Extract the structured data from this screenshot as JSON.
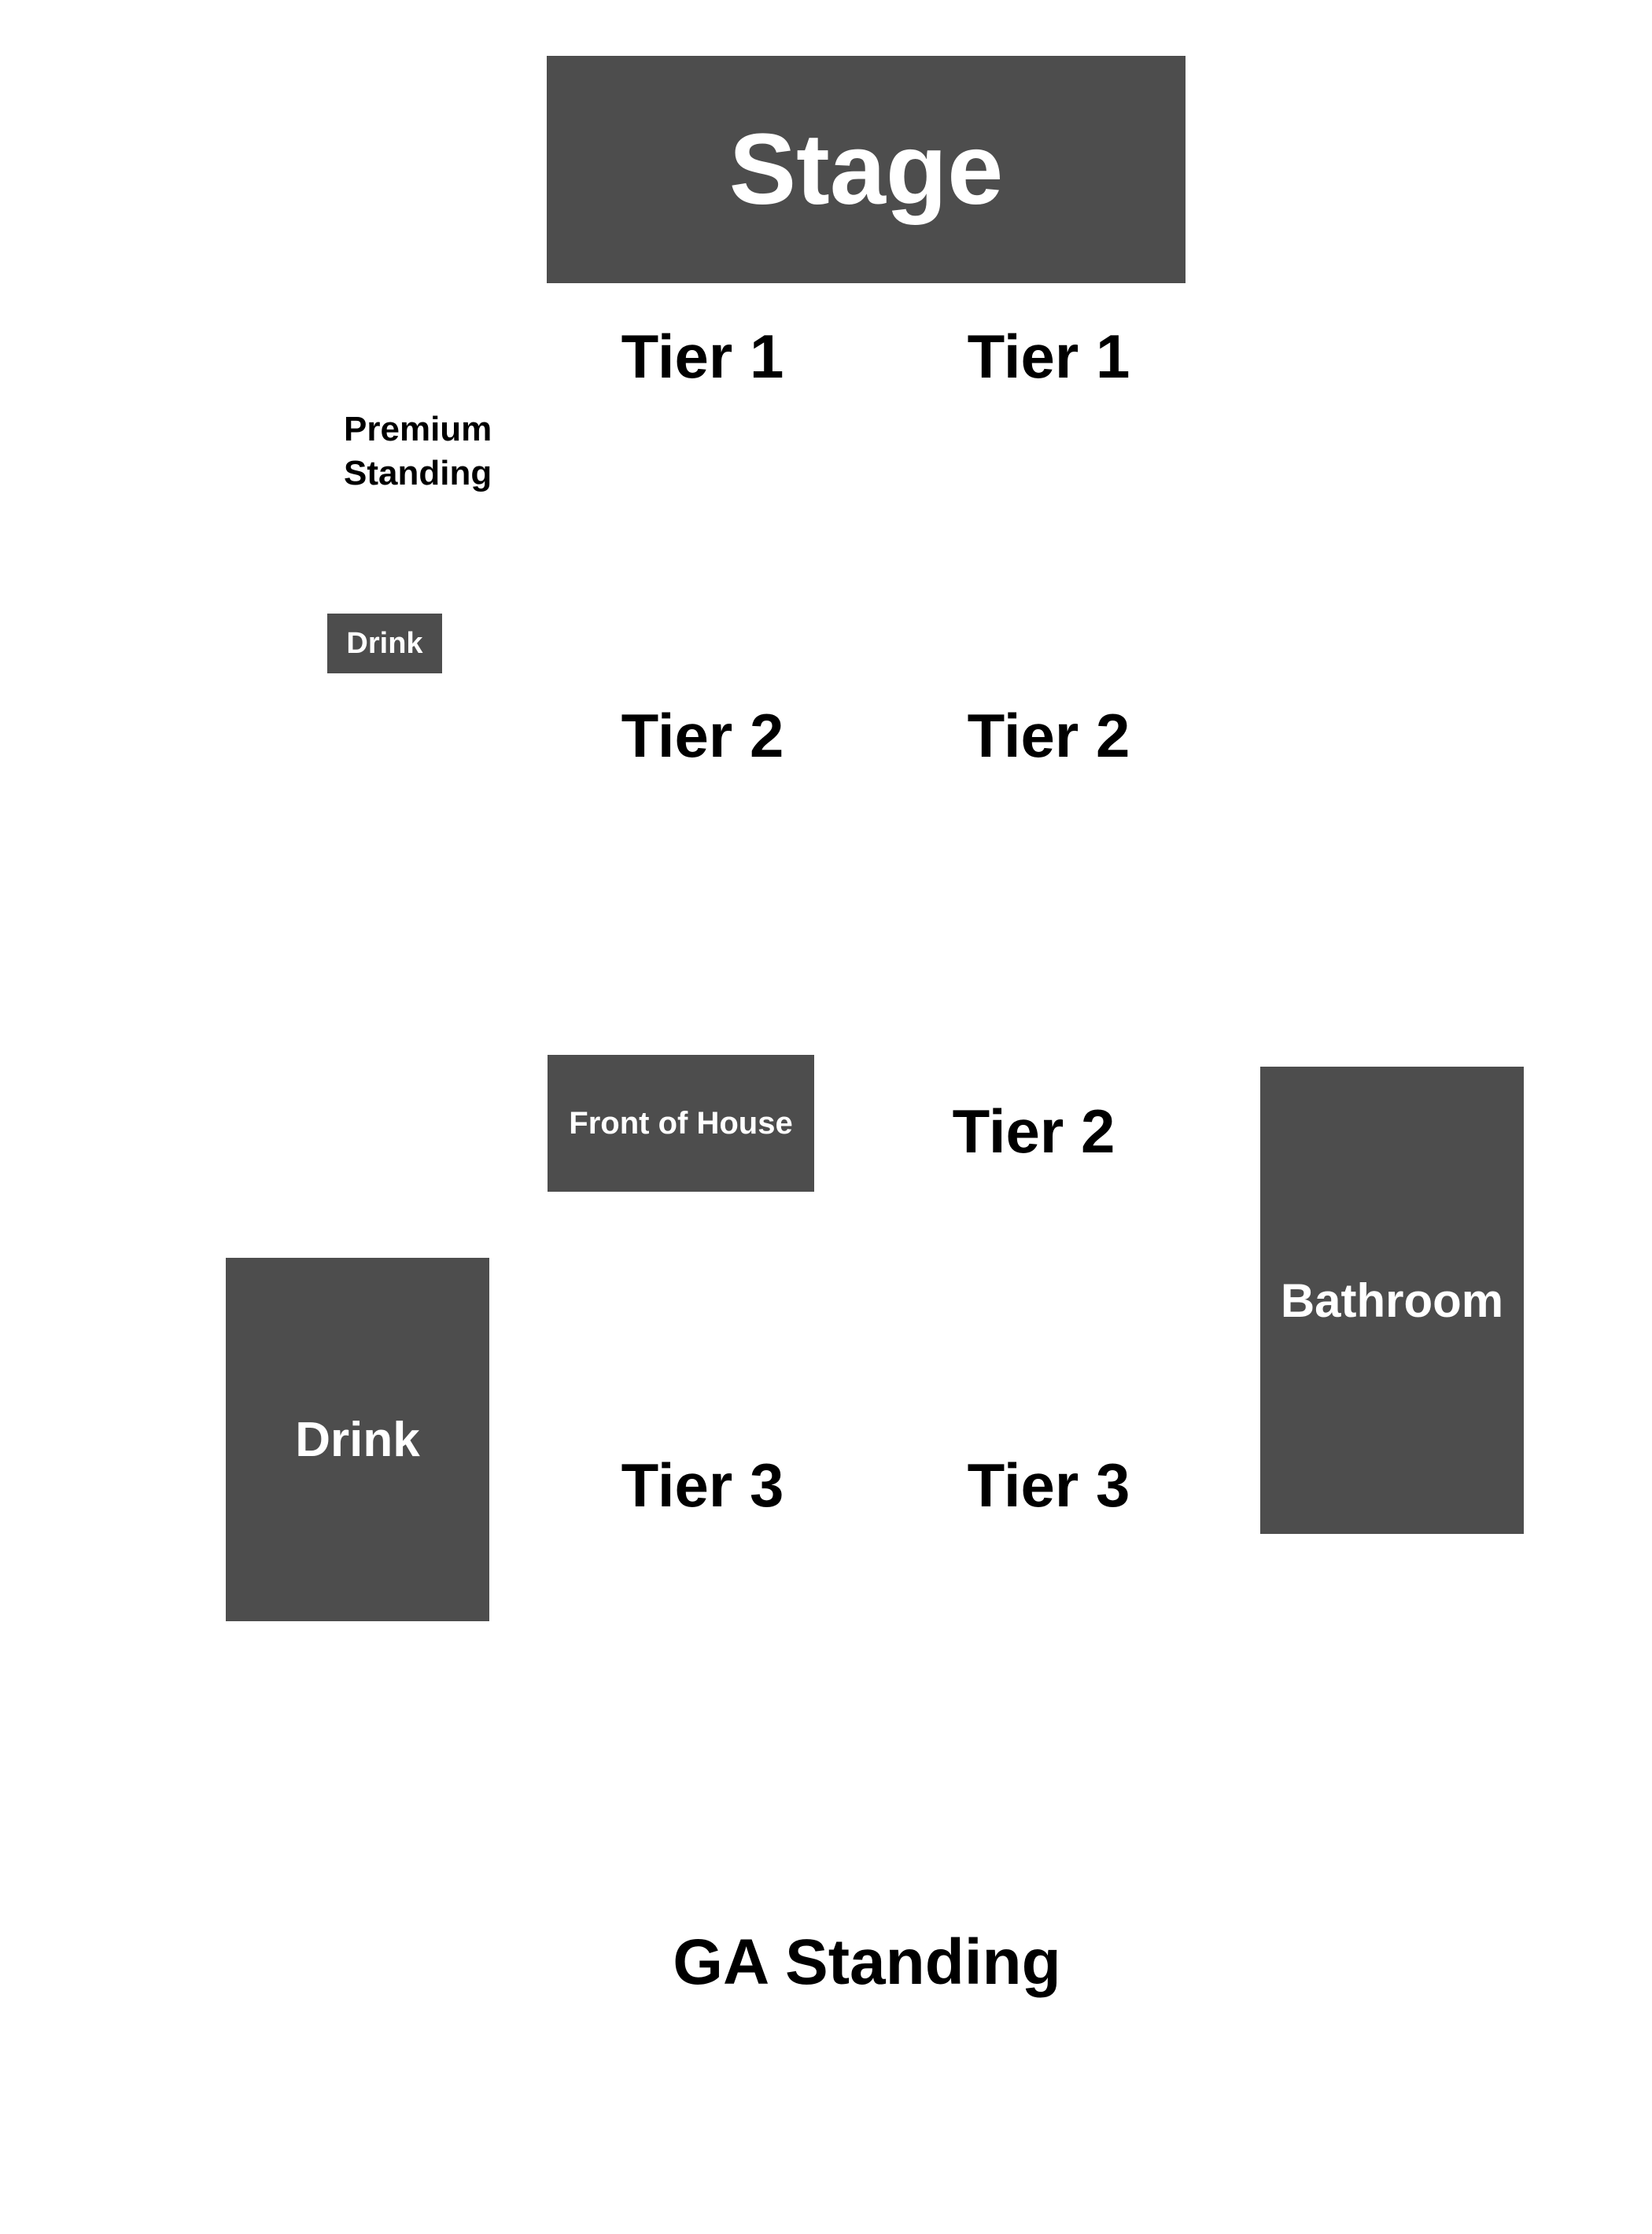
{
  "stage": "Stage",
  "premium_standing": "Premium Standing",
  "drink_small": "Drink",
  "front_of_house": "Front of House",
  "drink_large": "Drink",
  "bathroom": "Bathroom",
  "ga_standing": "GA Standing",
  "tiers": {
    "tier1_left": "Tier 1",
    "tier1_right": "Tier 1",
    "tier2_left": "Tier 2",
    "tier2_right": "Tier 2",
    "tier2_center": "Tier 2",
    "tier3_left": "Tier 3",
    "tier3_right": "Tier 3"
  },
  "colors": {
    "block_fill": "#4d4d4d",
    "block_text": "#ffffff",
    "label_text": "#000000",
    "background": "#ffffff"
  }
}
